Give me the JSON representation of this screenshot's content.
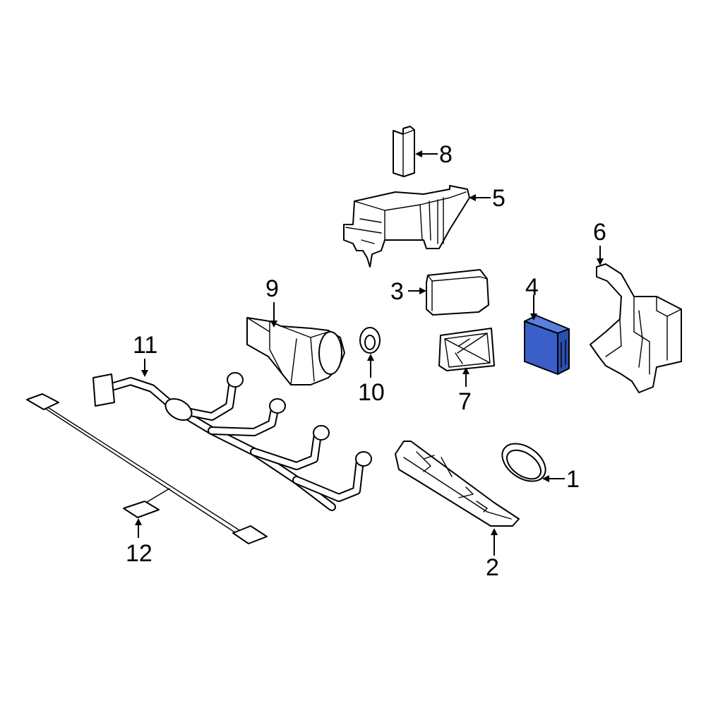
{
  "colors": {
    "highlight": "#3a5fc8",
    "line": "#000000",
    "background": "#ffffff"
  },
  "callouts": [
    {
      "id": "1",
      "label": "1"
    },
    {
      "id": "2",
      "label": "2"
    },
    {
      "id": "3",
      "label": "3"
    },
    {
      "id": "4",
      "label": "4"
    },
    {
      "id": "5",
      "label": "5"
    },
    {
      "id": "6",
      "label": "6"
    },
    {
      "id": "7",
      "label": "7"
    },
    {
      "id": "8",
      "label": "8"
    },
    {
      "id": "9",
      "label": "9"
    },
    {
      "id": "10",
      "label": "10"
    },
    {
      "id": "11",
      "label": "11"
    },
    {
      "id": "12",
      "label": "12"
    }
  ],
  "highlighted_part": "4"
}
